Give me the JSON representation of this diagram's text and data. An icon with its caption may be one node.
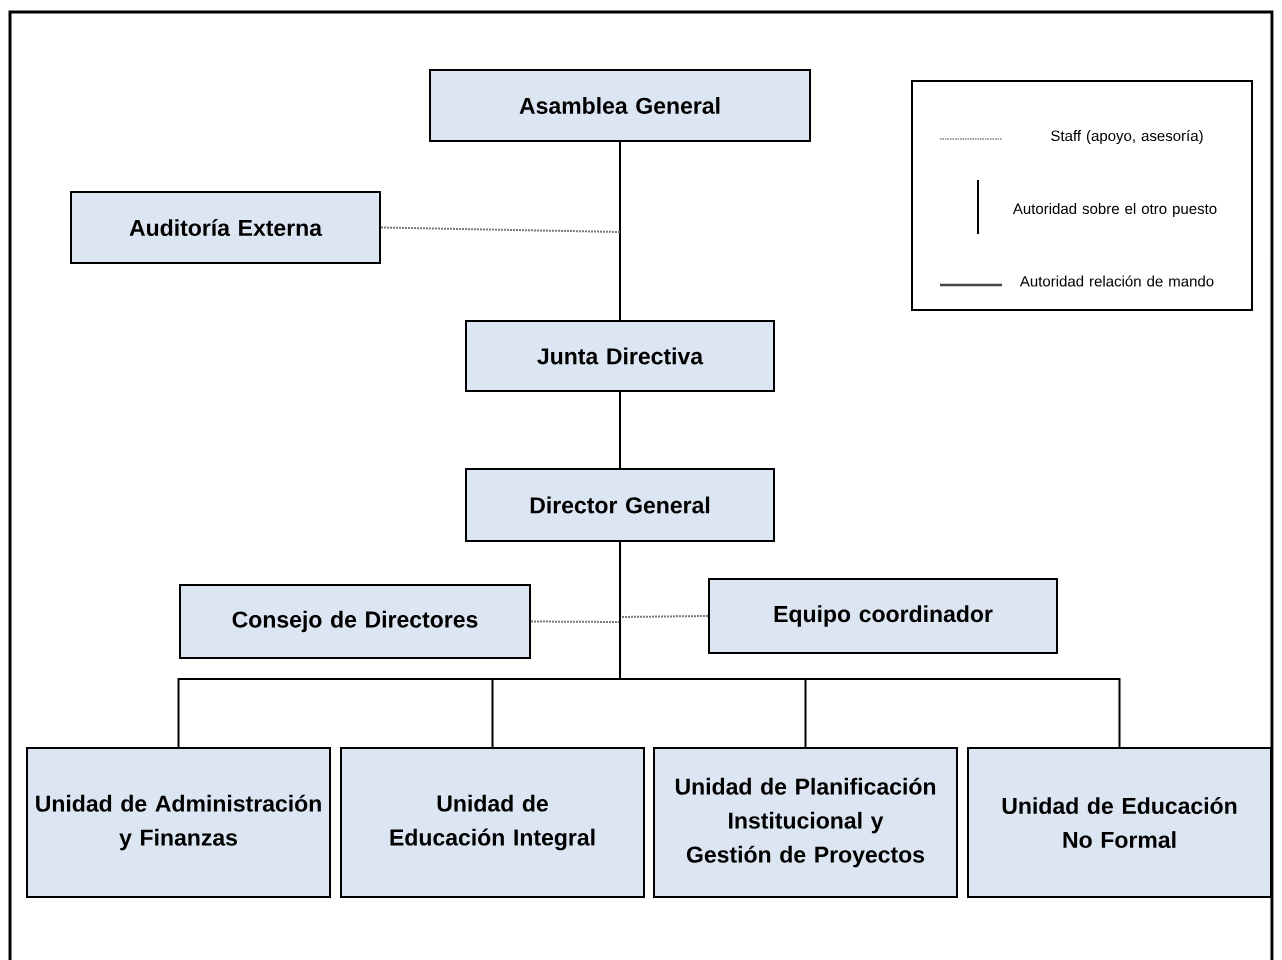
{
  "diagram": {
    "nodes": [
      {
        "text": [
          "Asamblea General"
        ]
      },
      {
        "text": [
          "Auditoría Externa"
        ]
      },
      {
        "text": [
          "Junta Directiva"
        ]
      },
      {
        "text": [
          "Director General"
        ]
      },
      {
        "text": [
          "Consejo de Directores"
        ]
      },
      {
        "text": [
          "Equipo coordinador"
        ]
      },
      {
        "text": [
          "Unidad de Administración y Finanzas"
        ]
      },
      {
        "text": [
          "Unidad de Educación Integral"
        ]
      },
      {
        "text": [
          "Unidad de Planificación Institucional y Gestión de Proyectos"
        ]
      },
      {
        "text": [
          "Unidad de Educación No Formal"
        ]
      }
    ],
    "edges": [
      {
        "from": 0,
        "to": 2,
        "arrow": "none"
      },
      {
        "from": 1,
        "to": null,
        "arrow": "none",
        "style": "dashed",
        "color": "#787878"
      },
      {
        "from": 2,
        "to": 3,
        "arrow": "none"
      },
      {
        "from": 4,
        "to": null,
        "arrow": "none",
        "style": "dashed",
        "color": "#787878"
      },
      {
        "from": 5,
        "to": null,
        "arrow": "none",
        "style": "dashed",
        "color": "#787878"
      },
      {
        "from": 3,
        "to": 6,
        "arrow": "none"
      },
      {
        "from": 3,
        "to": 7,
        "arrow": "none"
      },
      {
        "from": 3,
        "to": 8,
        "arrow": "none"
      },
      {
        "from": 3,
        "to": 9,
        "arrow": "none"
      }
    ],
    "legend": [
      {
        "text": "Staff (apoyo, asesoría)"
      },
      {
        "text": "Autoridad sobre el otro puesto"
      },
      {
        "text": "Autoridad relación de mando"
      }
    ]
  }
}
